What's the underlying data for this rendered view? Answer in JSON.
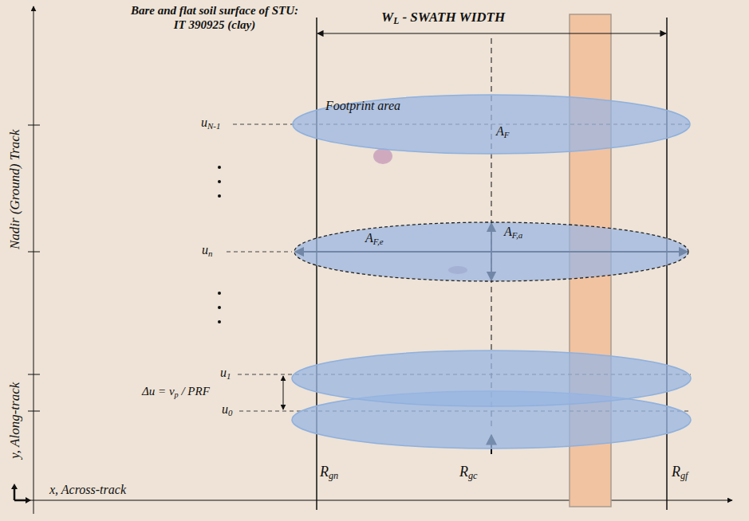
{
  "diagram": {
    "title": "Bare and flat soil surface of STU: IT 390925 (clay)",
    "nodes": [
      {
        "text": [
          "Footprint area",
          "AF"
        ]
      },
      {
        "text": [
          "AF,e",
          "AF,a"
        ]
      }
    ],
    "labels": [
      "WL - SWATH WIDTH",
      "uN-1",
      "un",
      "u1",
      "u0",
      "Δu = vp / PRF",
      "Nadir (Ground) Track",
      "y, Along-track",
      "x, Across-track",
      "Rgn",
      "Rgc",
      "Rgf"
    ]
  }
}
